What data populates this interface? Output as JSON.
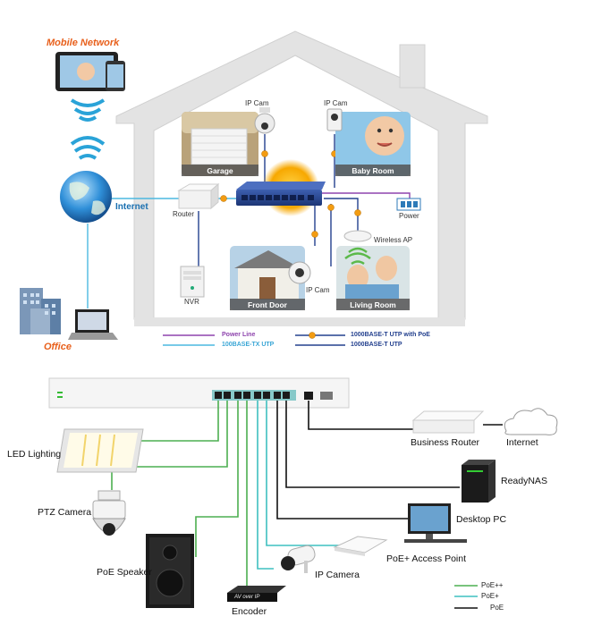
{
  "top": {
    "mobile_network": "Mobile Network",
    "internet": "Internet",
    "office": "Office",
    "router": "Router",
    "nvr": "NVR",
    "ip_cam_1": "IP Cam",
    "ip_cam_2": "IP Cam",
    "ip_cam_3": "IP Cam",
    "power": "Power",
    "wireless_ap": "Wireless AP",
    "rooms": {
      "garage": "Garage",
      "baby_room": "Baby Room",
      "front_door": "Front Door",
      "living_room": "Living Room"
    },
    "legend": {
      "power_line": "Power Line",
      "tx_utp": "100BASE-TX UTP",
      "poe_utp": "1000BASE-T UTP with PoE",
      "t_utp": "1000BASE-T UTP"
    }
  },
  "bottom": {
    "led_lighting": "LED Lighting",
    "ptz_camera": "PTZ Camera",
    "poe_speaker": "PoE Speaker",
    "encoder_box": "AV over IP",
    "encoder": "Encoder",
    "ip_camera": "IP Camera",
    "access_point": "PoE+ Access Point",
    "desktop_pc": "Desktop PC",
    "readynas": "ReadyNAS",
    "business_router": "Business Router",
    "internet": "Internet",
    "legend": {
      "poe_pp": "PoE++",
      "poe_p": "PoE+",
      "poe": "PoE"
    }
  },
  "colors": {
    "green": "#4caf50",
    "teal": "#3fc0c0",
    "black": "#111111",
    "purple": "#8e44ad",
    "light_blue": "#4cb8e0",
    "navy": "#23408e",
    "orange": "#f39c12"
  }
}
